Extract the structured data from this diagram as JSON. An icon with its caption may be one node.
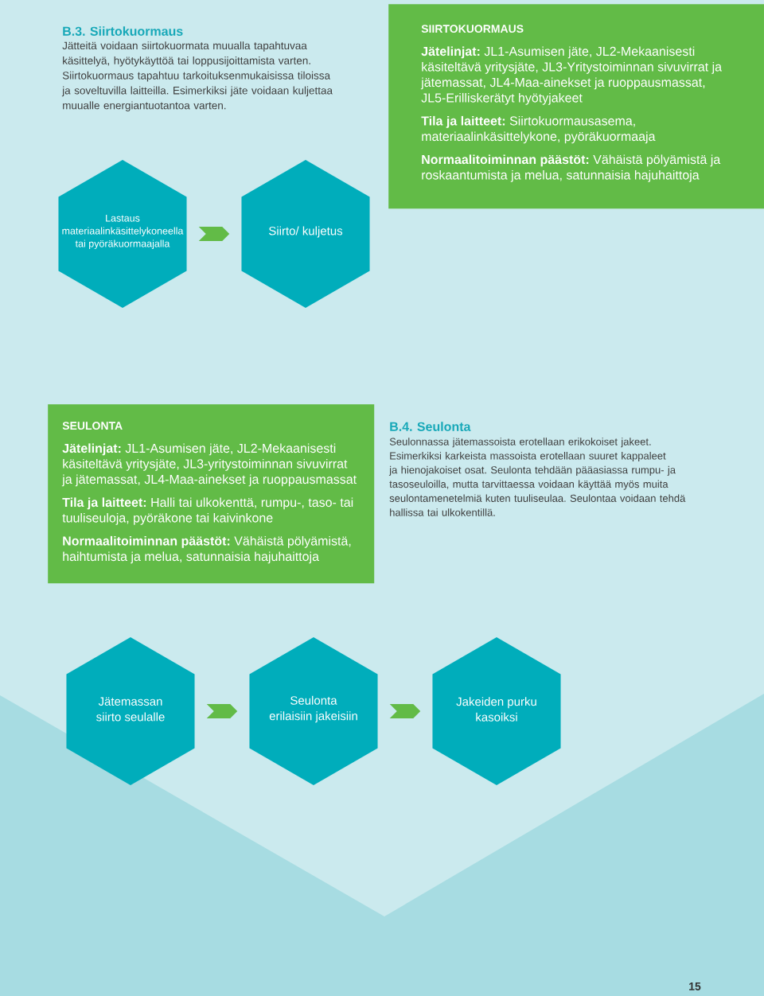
{
  "diagram": {
    "nodes": [
      {
        "text": [
          "SIIRTOKUORMAUS",
          "**Jätelinjat:** JL1-Asumisen jäte, JL2-Mekaanisesti käsiteltävä yritysjäte, JL3-Yritystoiminnan sivuvirrat ja jätemassat, JL4-Maa-ainekset ja ruoppausmassat, JL5-Erilliskerätyt hyötyjakeet",
          "**Tila ja laitteet:** Siirtokuormausasema, materiaalinkäsittelykone, pyöräkuormaaja",
          "**Normaalitoiminnan päästöt:** Vähäistä pölyämistä ja roskaantumista ja melua, satunnaisia hajuhaittoja"
        ]
      },
      {
        "text": [
          "Lastaus materiaalinkäsittelykoneella tai pyöräkuormaajalla"
        ]
      },
      {
        "text": [
          "Siirto/ kuljetus"
        ]
      },
      {
        "text": [
          "SEULONTA",
          "**Jätelinjat:** JL1-Asumisen jäte, JL2-Mekaanisesti käsiteltävä yritysjäte, JL3-yritystoiminnan sivuvirrat ja jätemassat, JL4-Maa-ainekset ja ruoppausmassat",
          "**Tila ja laitteet:** Halli tai ulkokenttä, rumpu-, taso- tai tuuliseuloja, pyöräkone tai kaivinkone",
          "**Normaalitoiminnan päästöt:** Vähäistä pölyämistä, haihtumista ja melua, satunnaisia hajuhaittoja"
        ]
      },
      {
        "text": [
          "Jätemassan siirto seulalle"
        ]
      },
      {
        "text": [
          "Seulonta erilaisiin jakeisiin"
        ]
      },
      {
        "text": [
          "Jakeiden purku kasoiksi"
        ]
      }
    ],
    "edges": [
      {
        "from": 1,
        "to": 2,
        "arrow": "to"
      },
      {
        "from": 4,
        "to": 5,
        "arrow": "to"
      },
      {
        "from": 5,
        "to": 6,
        "arrow": "to"
      }
    ],
    "labels": [
      "B.3. Siirtokuormaus",
      "Jätteitä voidaan siirtokuormata muualla tapahtuvaa käsittelyä, hyötykäyttöä tai loppusijoittamista varten. Siirtokuormaus tapahtuu tarkoituksenmukaisissa tiloissa ja soveltuvilla laitteilla. Esimerkiksi jäte voidaan kuljettaa muualle energiantuotantoa varten.",
      "B.4. Seulonta",
      "Seulonnassa jätemassoista erotellaan erikokoiset jakeet. Esimerkiksi karkeista massoista erotellaan suuret kappaleet ja hienojakoiset osat. Seulonta tehdään pääasiassa rumpu- ja tasoseuloilla, mutta tarvittaessa voidaan käyttää myös muita seulontamenetelmiä kuten tuuliseulaa. Seulontaa voidaan tehdä hallissa tai ulkokentillä.",
      "15"
    ]
  }
}
